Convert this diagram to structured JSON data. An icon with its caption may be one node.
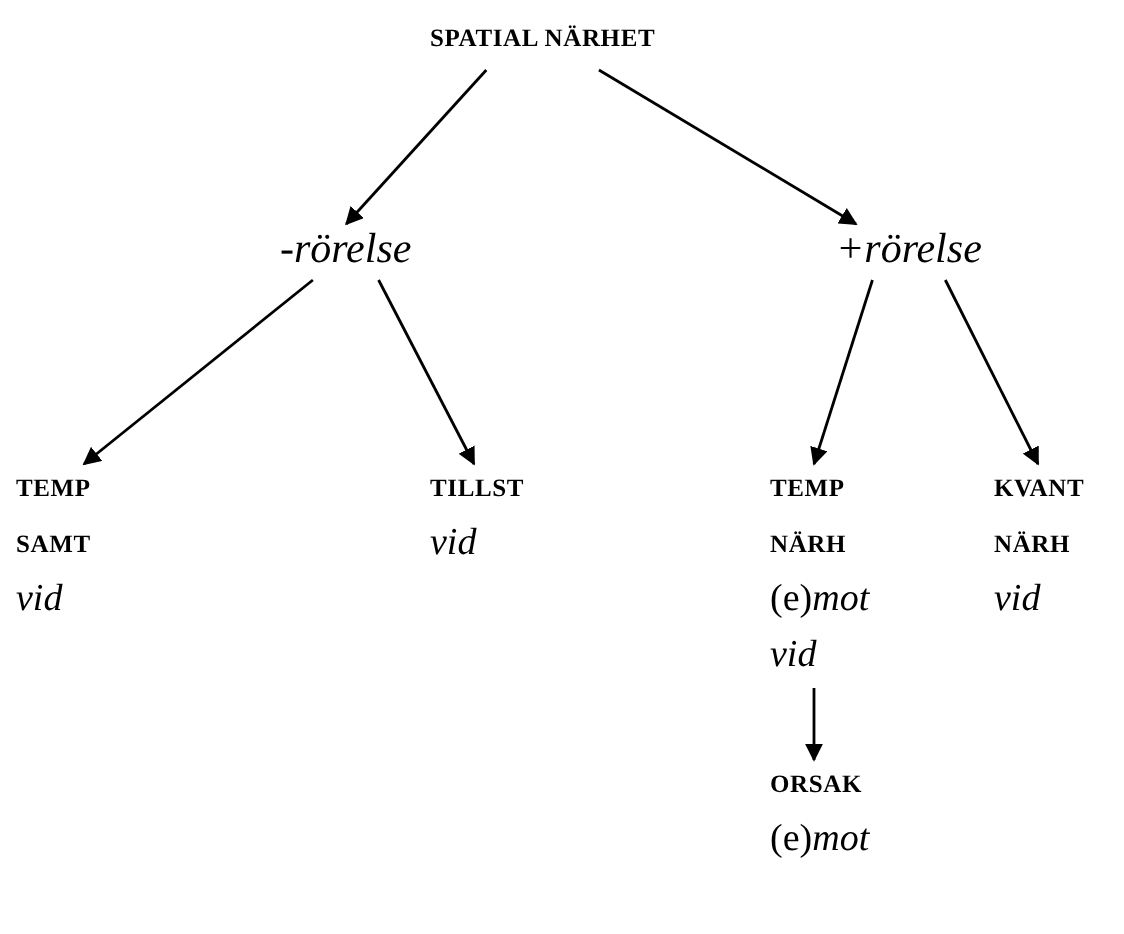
{
  "diagram": {
    "nodes": [
      {
        "text": [
          "SPATIAL NÄRHET"
        ]
      },
      {
        "text": [
          "-rörelse"
        ]
      },
      {
        "text": [
          "+rörelse"
        ]
      },
      {
        "text": [
          "TEMP SAMT",
          "vid"
        ]
      },
      {
        "text": [
          "TILLST",
          "vid"
        ]
      },
      {
        "text": [
          "TEMP NÄRH",
          "(e)*mot*",
          "vid"
        ]
      },
      {
        "text": [
          "KVANT NÄRH",
          "vid"
        ]
      },
      {
        "text": [
          "ORSAK",
          "(e)*mot*"
        ]
      }
    ],
    "edges": [
      {
        "from": 0,
        "to": 1,
        "arrow": "to"
      },
      {
        "from": 0,
        "to": 2,
        "arrow": "to"
      },
      {
        "from": 1,
        "to": 3,
        "arrow": "to"
      },
      {
        "from": 1,
        "to": 4,
        "arrow": "to"
      },
      {
        "from": 2,
        "to": 5,
        "arrow": "to"
      },
      {
        "from": 2,
        "to": 6,
        "arrow": "to"
      },
      {
        "from": 5,
        "to": 7,
        "arrow": "to"
      }
    ]
  }
}
